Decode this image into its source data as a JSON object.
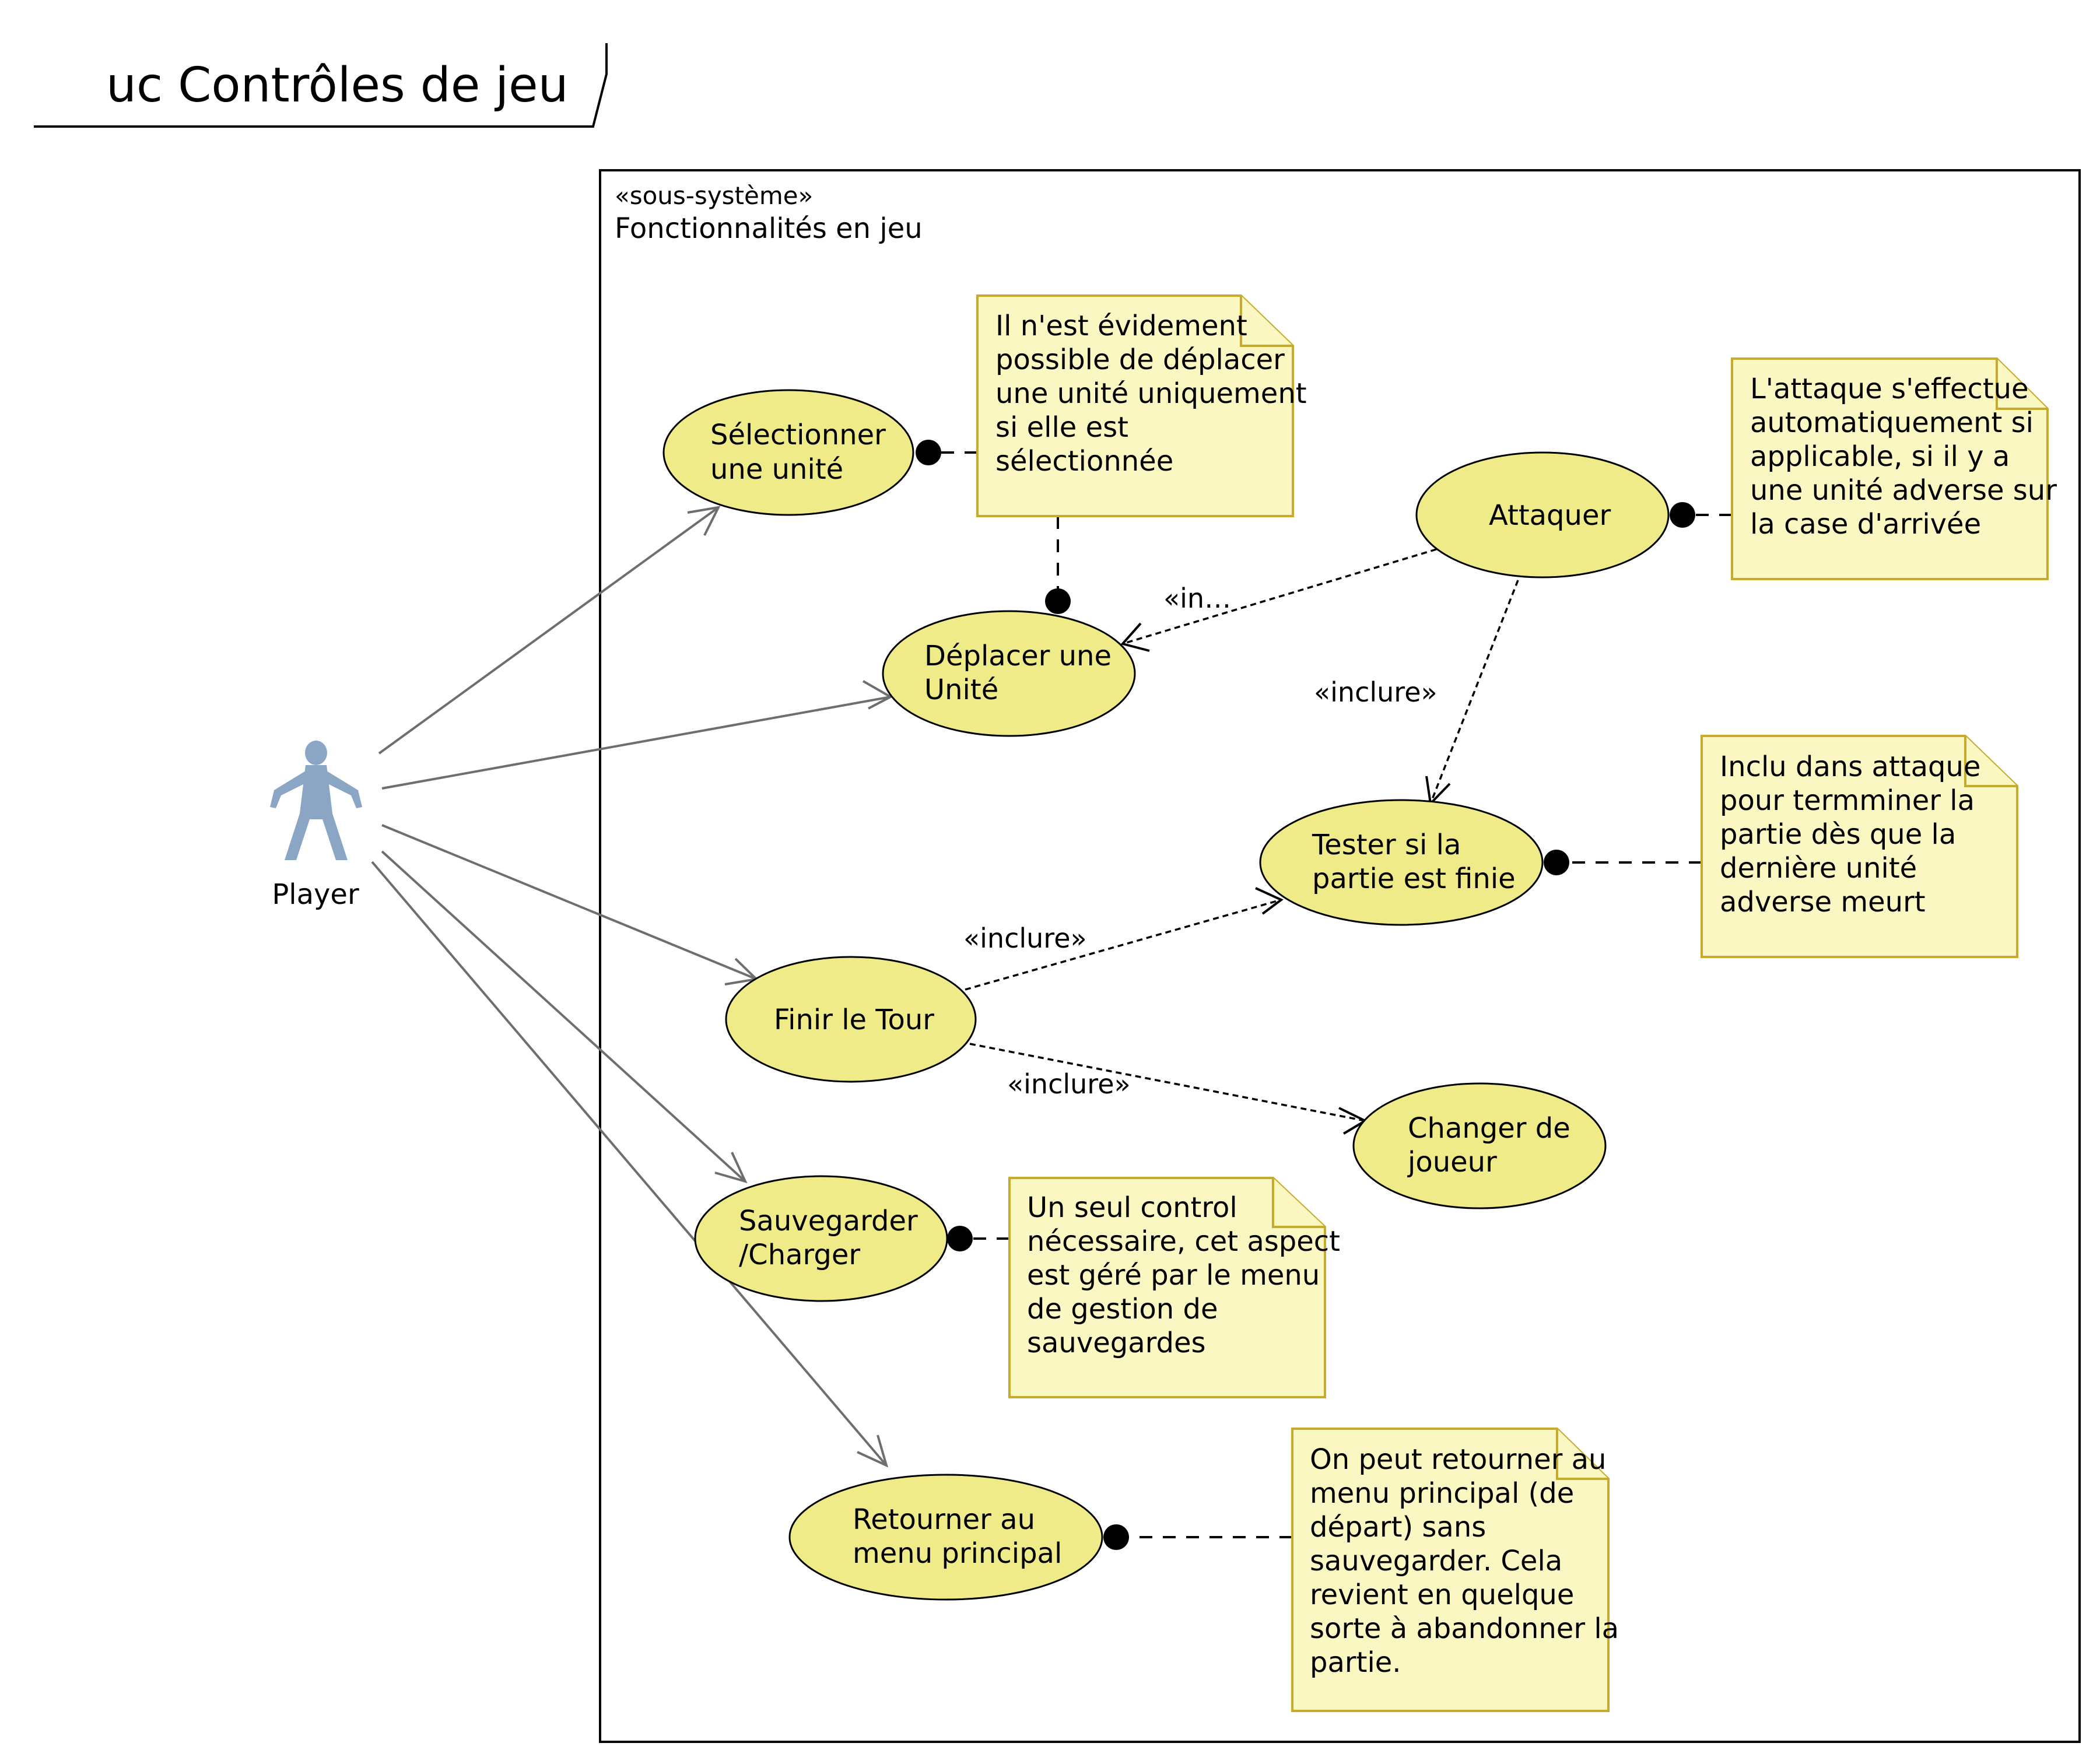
{
  "title": "uc Contrôles de jeu",
  "system": {
    "stereotype": "«sous-système»",
    "name": "Fonctionnalités en jeu"
  },
  "actor": {
    "name": "Player",
    "icon": "stick-figure-actor-icon"
  },
  "colors": {
    "use_case_fill": "#eeeb88",
    "note_fill": "#fbf7c2",
    "note_border": "#c8ab2c",
    "actor": "#8aa6c4"
  },
  "use_cases": [
    {
      "id": "selectionner",
      "lines": [
        "Sélectionner",
        "une unité"
      ]
    },
    {
      "id": "deplacer",
      "lines": [
        "Déplacer une",
        "Unité"
      ]
    },
    {
      "id": "attaquer",
      "lines": [
        "Attaquer"
      ]
    },
    {
      "id": "tester",
      "lines": [
        "Tester si la",
        "partie est finie"
      ]
    },
    {
      "id": "finir",
      "lines": [
        "Finir le Tour"
      ]
    },
    {
      "id": "changer",
      "lines": [
        "Changer de",
        "joueur"
      ]
    },
    {
      "id": "sauvegarder",
      "lines": [
        "Sauvegarder",
        "/Charger"
      ]
    },
    {
      "id": "retourner",
      "lines": [
        "Retourner au",
        "menu principal"
      ]
    }
  ],
  "notes": [
    {
      "id": "note-deplacer",
      "lines": [
        "Il n'est évidement",
        "possible de déplacer",
        "une unité uniquement",
        "si elle est",
        "sélectionnée"
      ]
    },
    {
      "id": "note-attaque",
      "lines": [
        "L'attaque s'effectue",
        "automatiquement si",
        "applicable, si il y a",
        "une unité adverse sur",
        "la case d'arrivée"
      ]
    },
    {
      "id": "note-inclu",
      "lines": [
        "Inclu dans attaque",
        "pour termminer la",
        "partie dès que la",
        "dernière unité",
        "adverse meurt"
      ]
    },
    {
      "id": "note-sauvegarde",
      "lines": [
        "Un seul control",
        "nécessaire, cet aspect",
        "est géré par le menu",
        "de gestion de",
        "sauvegardes"
      ]
    },
    {
      "id": "note-retour",
      "lines": [
        "On peut retourner au",
        "menu principal (de",
        "départ) sans",
        "sauvegarder. Cela",
        "revient en quelque",
        "sorte à abandonner la",
        "partie."
      ]
    }
  ],
  "relations": [
    {
      "from": "attaquer",
      "to": "deplacer",
      "label": "«in…"
    },
    {
      "from": "attaquer",
      "to": "tester",
      "label": "«inclure»"
    },
    {
      "from": "finir",
      "to": "tester",
      "label": "«inclure»"
    },
    {
      "from": "finir",
      "to": "changer",
      "label": "«inclure»"
    }
  ]
}
